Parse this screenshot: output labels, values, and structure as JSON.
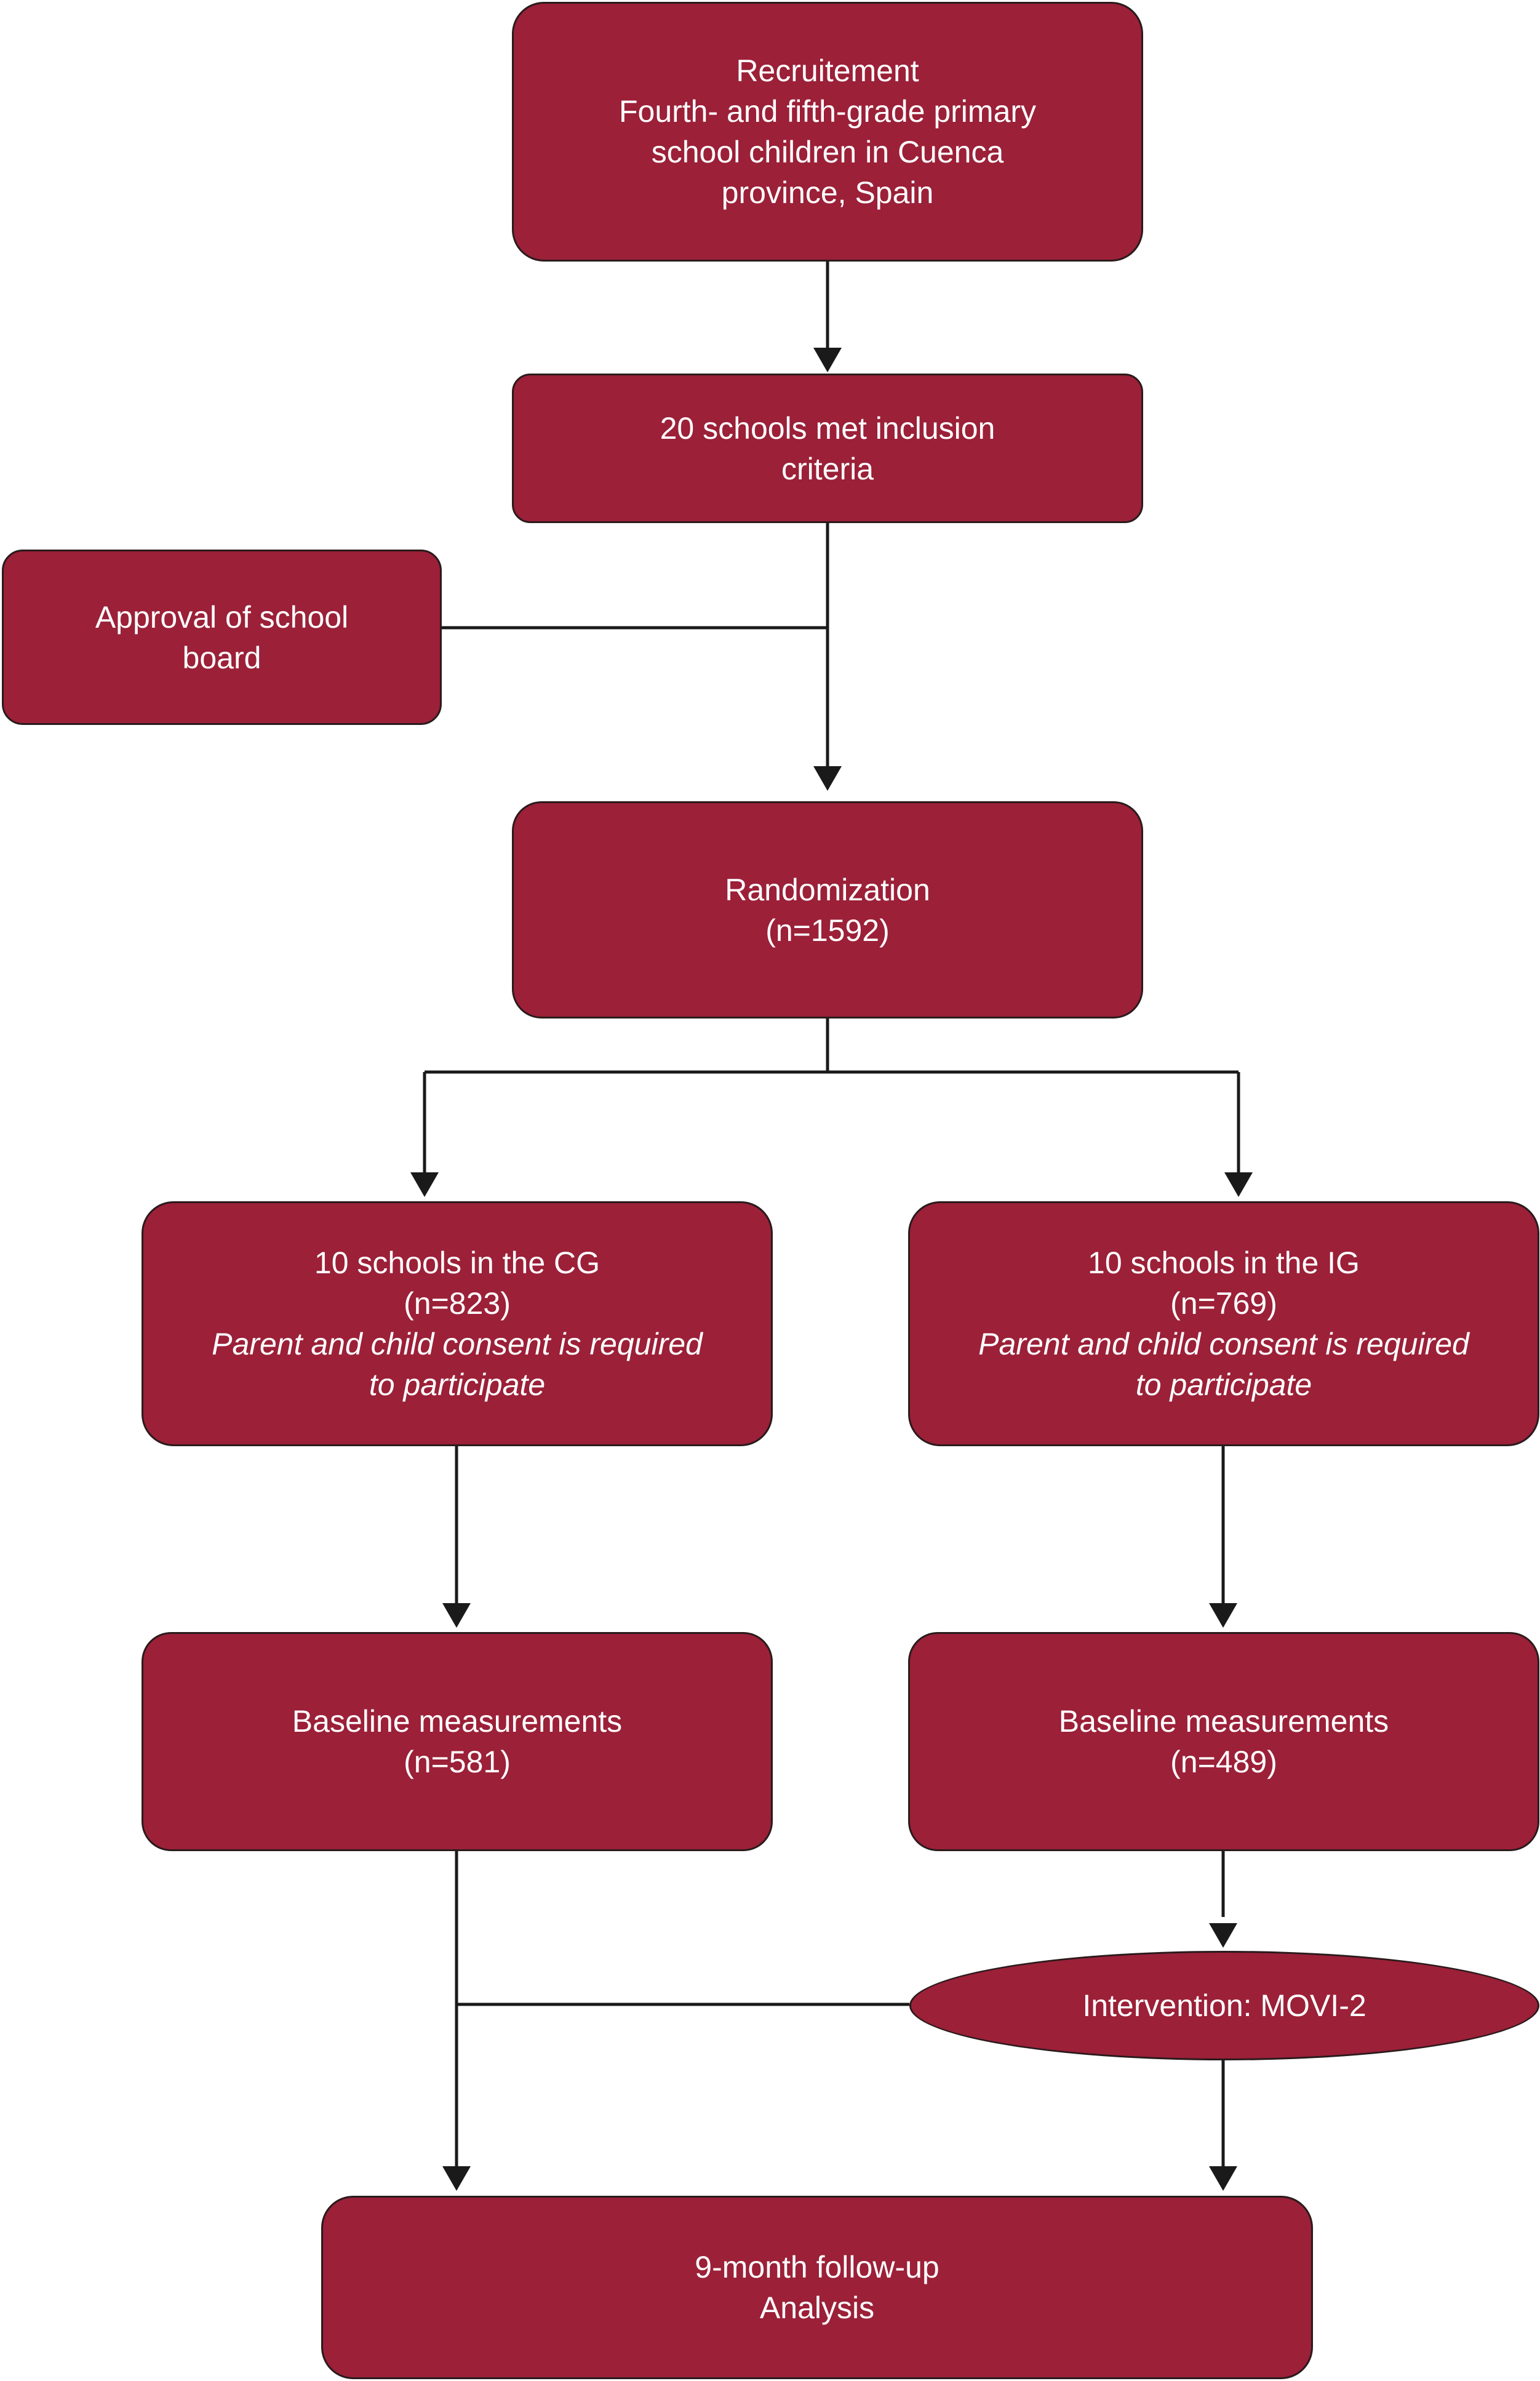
{
  "flowchart": {
    "recruitment": {
      "lines": [
        "Recruitement",
        "Fourth- and fifth-grade primary",
        "school children in Cuenca",
        "province, Spain"
      ]
    },
    "inclusion": {
      "lines": [
        "20 schools met inclusion",
        "criteria"
      ]
    },
    "approval": {
      "lines": [
        "Approval of school",
        "board"
      ]
    },
    "randomization": {
      "lines": [
        "Randomization",
        "(n=1592)"
      ]
    },
    "control_group": {
      "lines": [
        "10 schools in the CG",
        "(n=823)"
      ],
      "note_lines": [
        "Parent and child consent is required",
        "to participate"
      ]
    },
    "intervention_group": {
      "lines": [
        "10 schools in the IG",
        "(n=769)"
      ],
      "note_lines": [
        "Parent and child consent is required",
        "to participate"
      ]
    },
    "baseline_cg": {
      "lines": [
        "Baseline measurements",
        "(n=581)"
      ]
    },
    "baseline_ig": {
      "lines": [
        "Baseline measurements",
        "(n=489)"
      ]
    },
    "intervention": {
      "lines": [
        "Intervention: MOVI-2"
      ]
    },
    "followup": {
      "lines": [
        "9-month follow-up",
        "Analysis"
      ]
    }
  },
  "colors": {
    "box_fill": "#9b2038",
    "box_text": "#ffffff",
    "connector": "#1a1a1a"
  }
}
